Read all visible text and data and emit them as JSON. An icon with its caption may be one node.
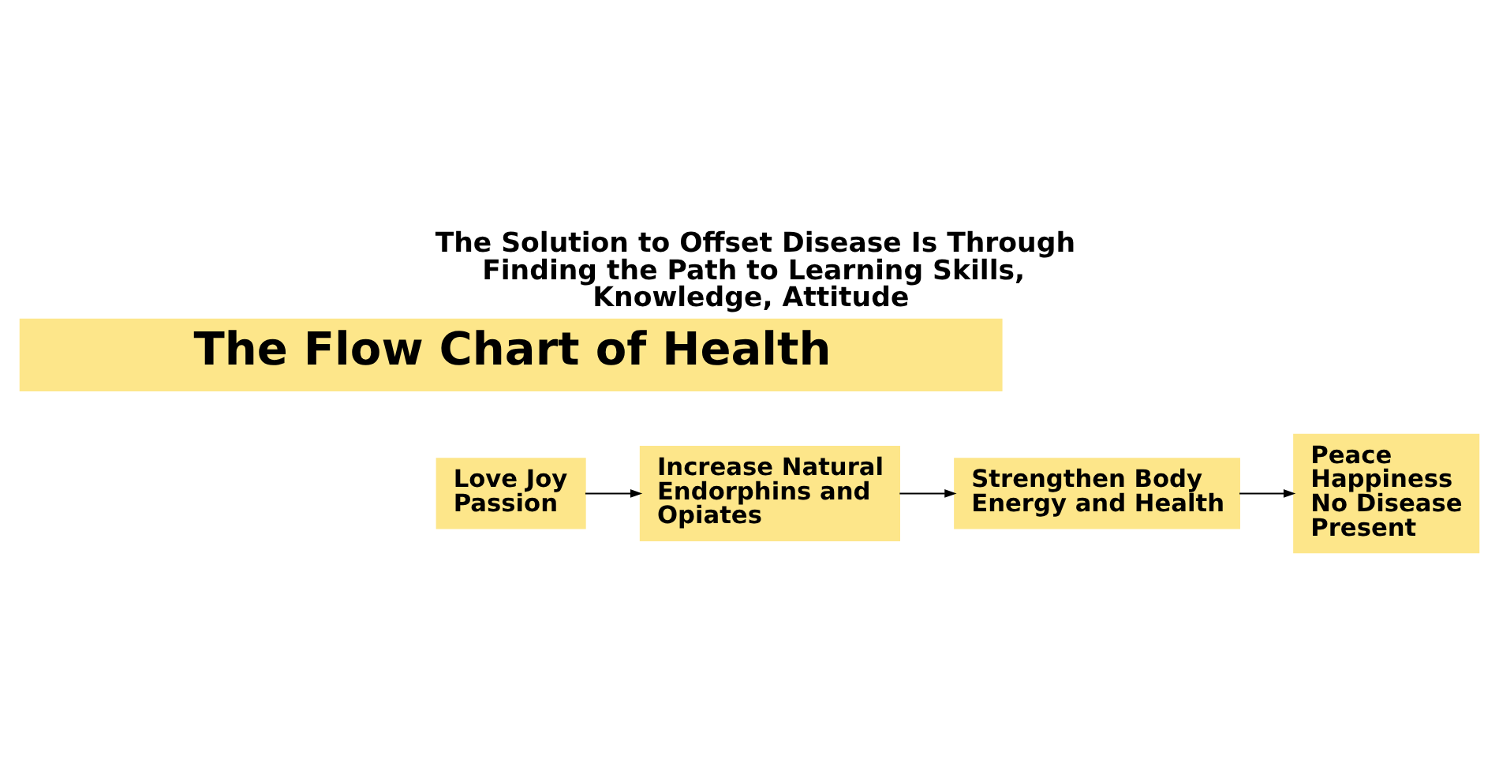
{
  "diagram": {
    "title": "The Solution to Offset Disease Is Through Finding the Path to Learning Skills, Knowledge, Attitude",
    "nodes": [
      {
        "text": [
          "The Flow Chart of Health"
        ]
      },
      {
        "text": [
          "Love Joy Passion"
        ]
      },
      {
        "text": [
          "Increase Natural Endorphins and Opiates"
        ]
      },
      {
        "text": [
          "Strengthen Body Energy and Health"
        ]
      },
      {
        "text": [
          "Peace Happiness No Disease Present"
        ]
      }
    ],
    "edges": [
      {
        "from": 1,
        "to": 2,
        "arrow": "to"
      },
      {
        "from": 2,
        "to": 3,
        "arrow": "to"
      },
      {
        "from": 3,
        "to": 4,
        "arrow": "to"
      }
    ]
  }
}
